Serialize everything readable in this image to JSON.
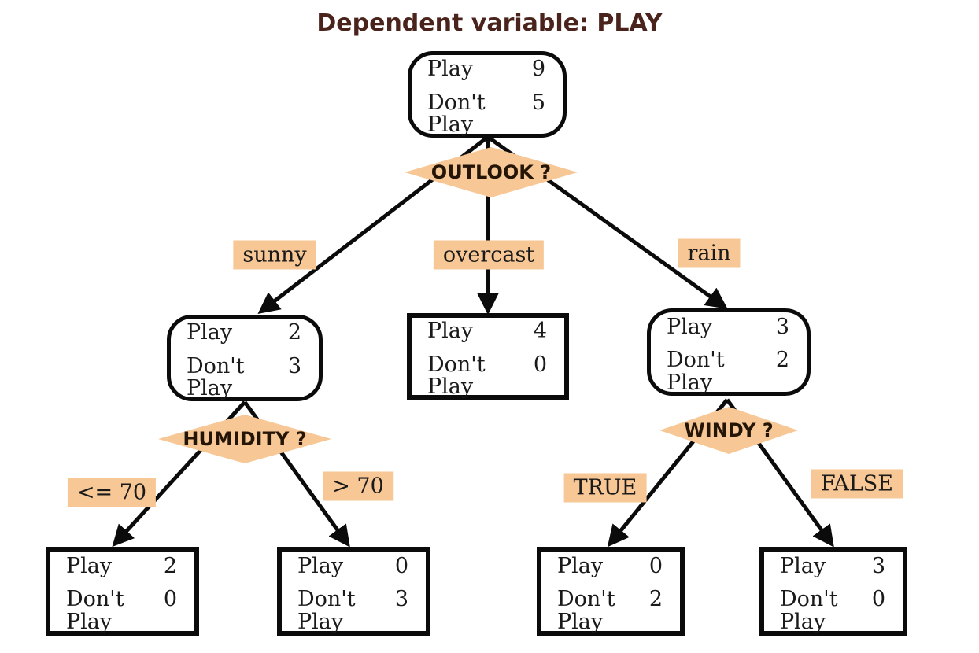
{
  "title": "Dependent variable: PLAY",
  "colors": {
    "accent": "#F7C796",
    "title_text": "#4A241C",
    "line": "#0B0B0B",
    "node_text": "#1A1A1A"
  },
  "row_labels": {
    "play": "Play",
    "dont_play": "Don't Play"
  },
  "decisions": {
    "outlook": "OUTLOOK ?",
    "humidity": "HUMIDITY ?",
    "windy": "WINDY ?"
  },
  "branch_labels": {
    "sunny": "sunny",
    "overcast": "overcast",
    "rain": "rain",
    "humidity_low": "<= 70",
    "humidity_high": "> 70",
    "windy_true": "TRUE",
    "windy_false": "FALSE"
  },
  "nodes": {
    "root": {
      "play": "9",
      "dont_play": "5"
    },
    "sunny": {
      "play": "2",
      "dont_play": "3"
    },
    "overcast": {
      "play": "4",
      "dont_play": "0"
    },
    "rain": {
      "play": "3",
      "dont_play": "2"
    },
    "humidity_low": {
      "play": "2",
      "dont_play": "0"
    },
    "humidity_high": {
      "play": "0",
      "dont_play": "3"
    },
    "windy_true": {
      "play": "0",
      "dont_play": "2"
    },
    "windy_false": {
      "play": "3",
      "dont_play": "0"
    }
  }
}
